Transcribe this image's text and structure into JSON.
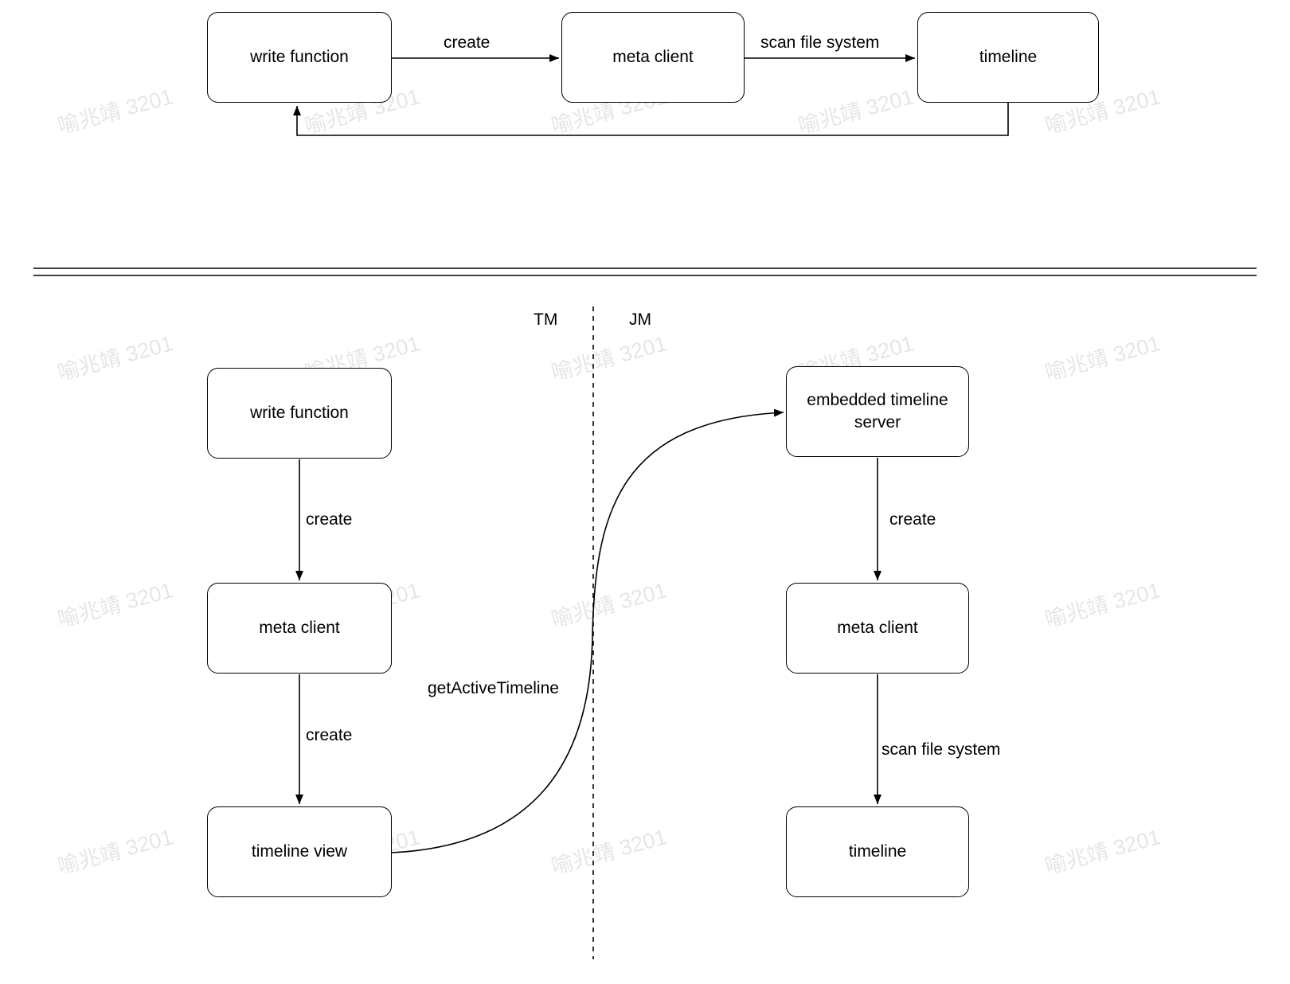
{
  "watermark": {
    "text": "喻兆靖 3201"
  },
  "top_flow": {
    "nodes": {
      "write_function": "write function",
      "meta_client": "meta client",
      "timeline": "timeline"
    },
    "edge_labels": {
      "create": "create",
      "scan_file_system": "scan file system"
    }
  },
  "bottom_flow": {
    "lane_labels": {
      "tm": "TM",
      "jm": "JM"
    },
    "left_nodes": {
      "write_function": "write function",
      "meta_client": "meta client",
      "timeline_view": "timeline view"
    },
    "right_nodes": {
      "embedded_timeline_server": "embedded timeline server",
      "meta_client": "meta client",
      "timeline": "timeline"
    },
    "edge_labels": {
      "create_left_1": "create",
      "create_left_2": "create",
      "create_right": "create",
      "scan_file_system": "scan file system",
      "get_active_timeline": "getActiveTimeline"
    }
  }
}
